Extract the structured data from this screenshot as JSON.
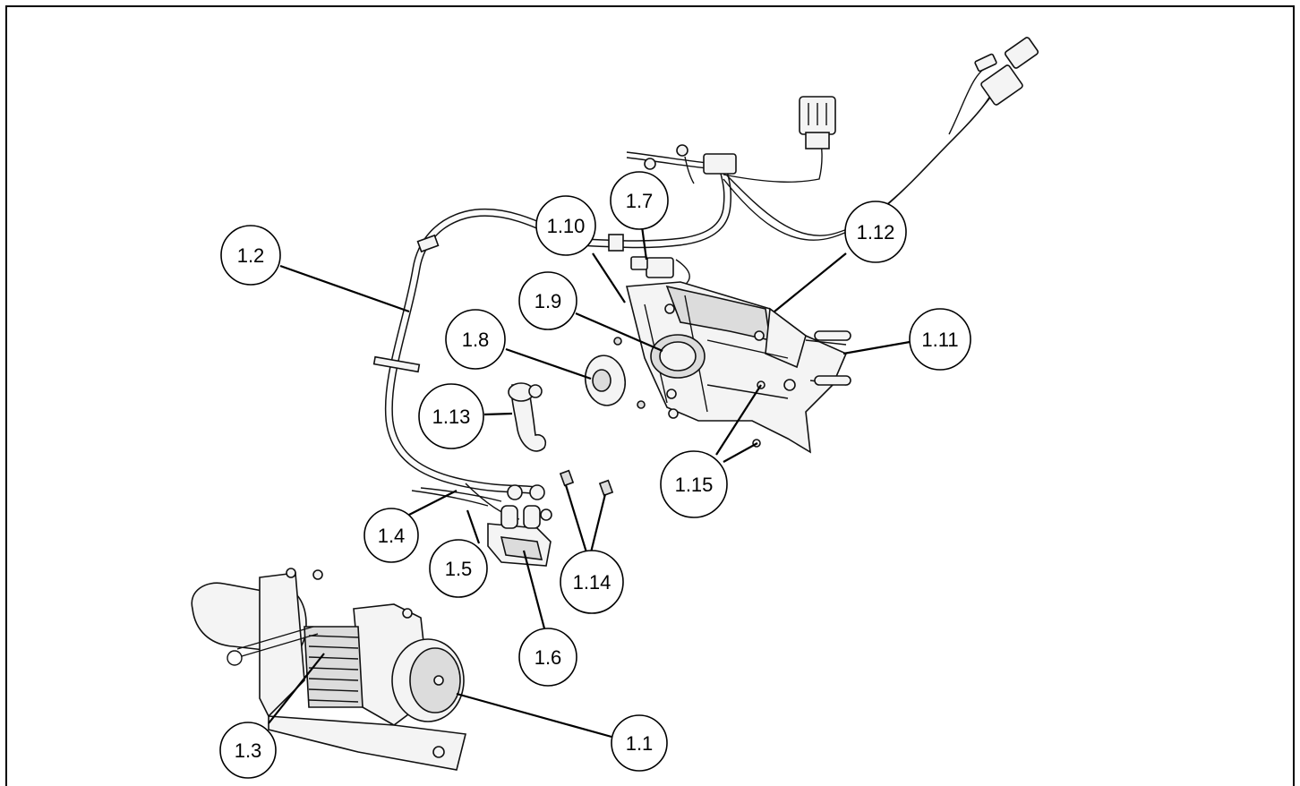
{
  "callouts": [
    {
      "id": "1.1",
      "label": "1.1"
    },
    {
      "id": "1.2",
      "label": "1.2"
    },
    {
      "id": "1.3",
      "label": "1.3"
    },
    {
      "id": "1.4",
      "label": "1.4"
    },
    {
      "id": "1.5",
      "label": "1.5"
    },
    {
      "id": "1.6",
      "label": "1.6"
    },
    {
      "id": "1.7",
      "label": "1.7"
    },
    {
      "id": "1.8",
      "label": "1.8"
    },
    {
      "id": "1.9",
      "label": "1.9"
    },
    {
      "id": "1.10",
      "label": "1.10"
    },
    {
      "id": "1.11",
      "label": "1.11"
    },
    {
      "id": "1.12",
      "label": "1.12"
    },
    {
      "id": "1.13",
      "label": "1.13"
    },
    {
      "id": "1.14",
      "label": "1.14"
    },
    {
      "id": "1.15",
      "label": "1.15"
    }
  ]
}
